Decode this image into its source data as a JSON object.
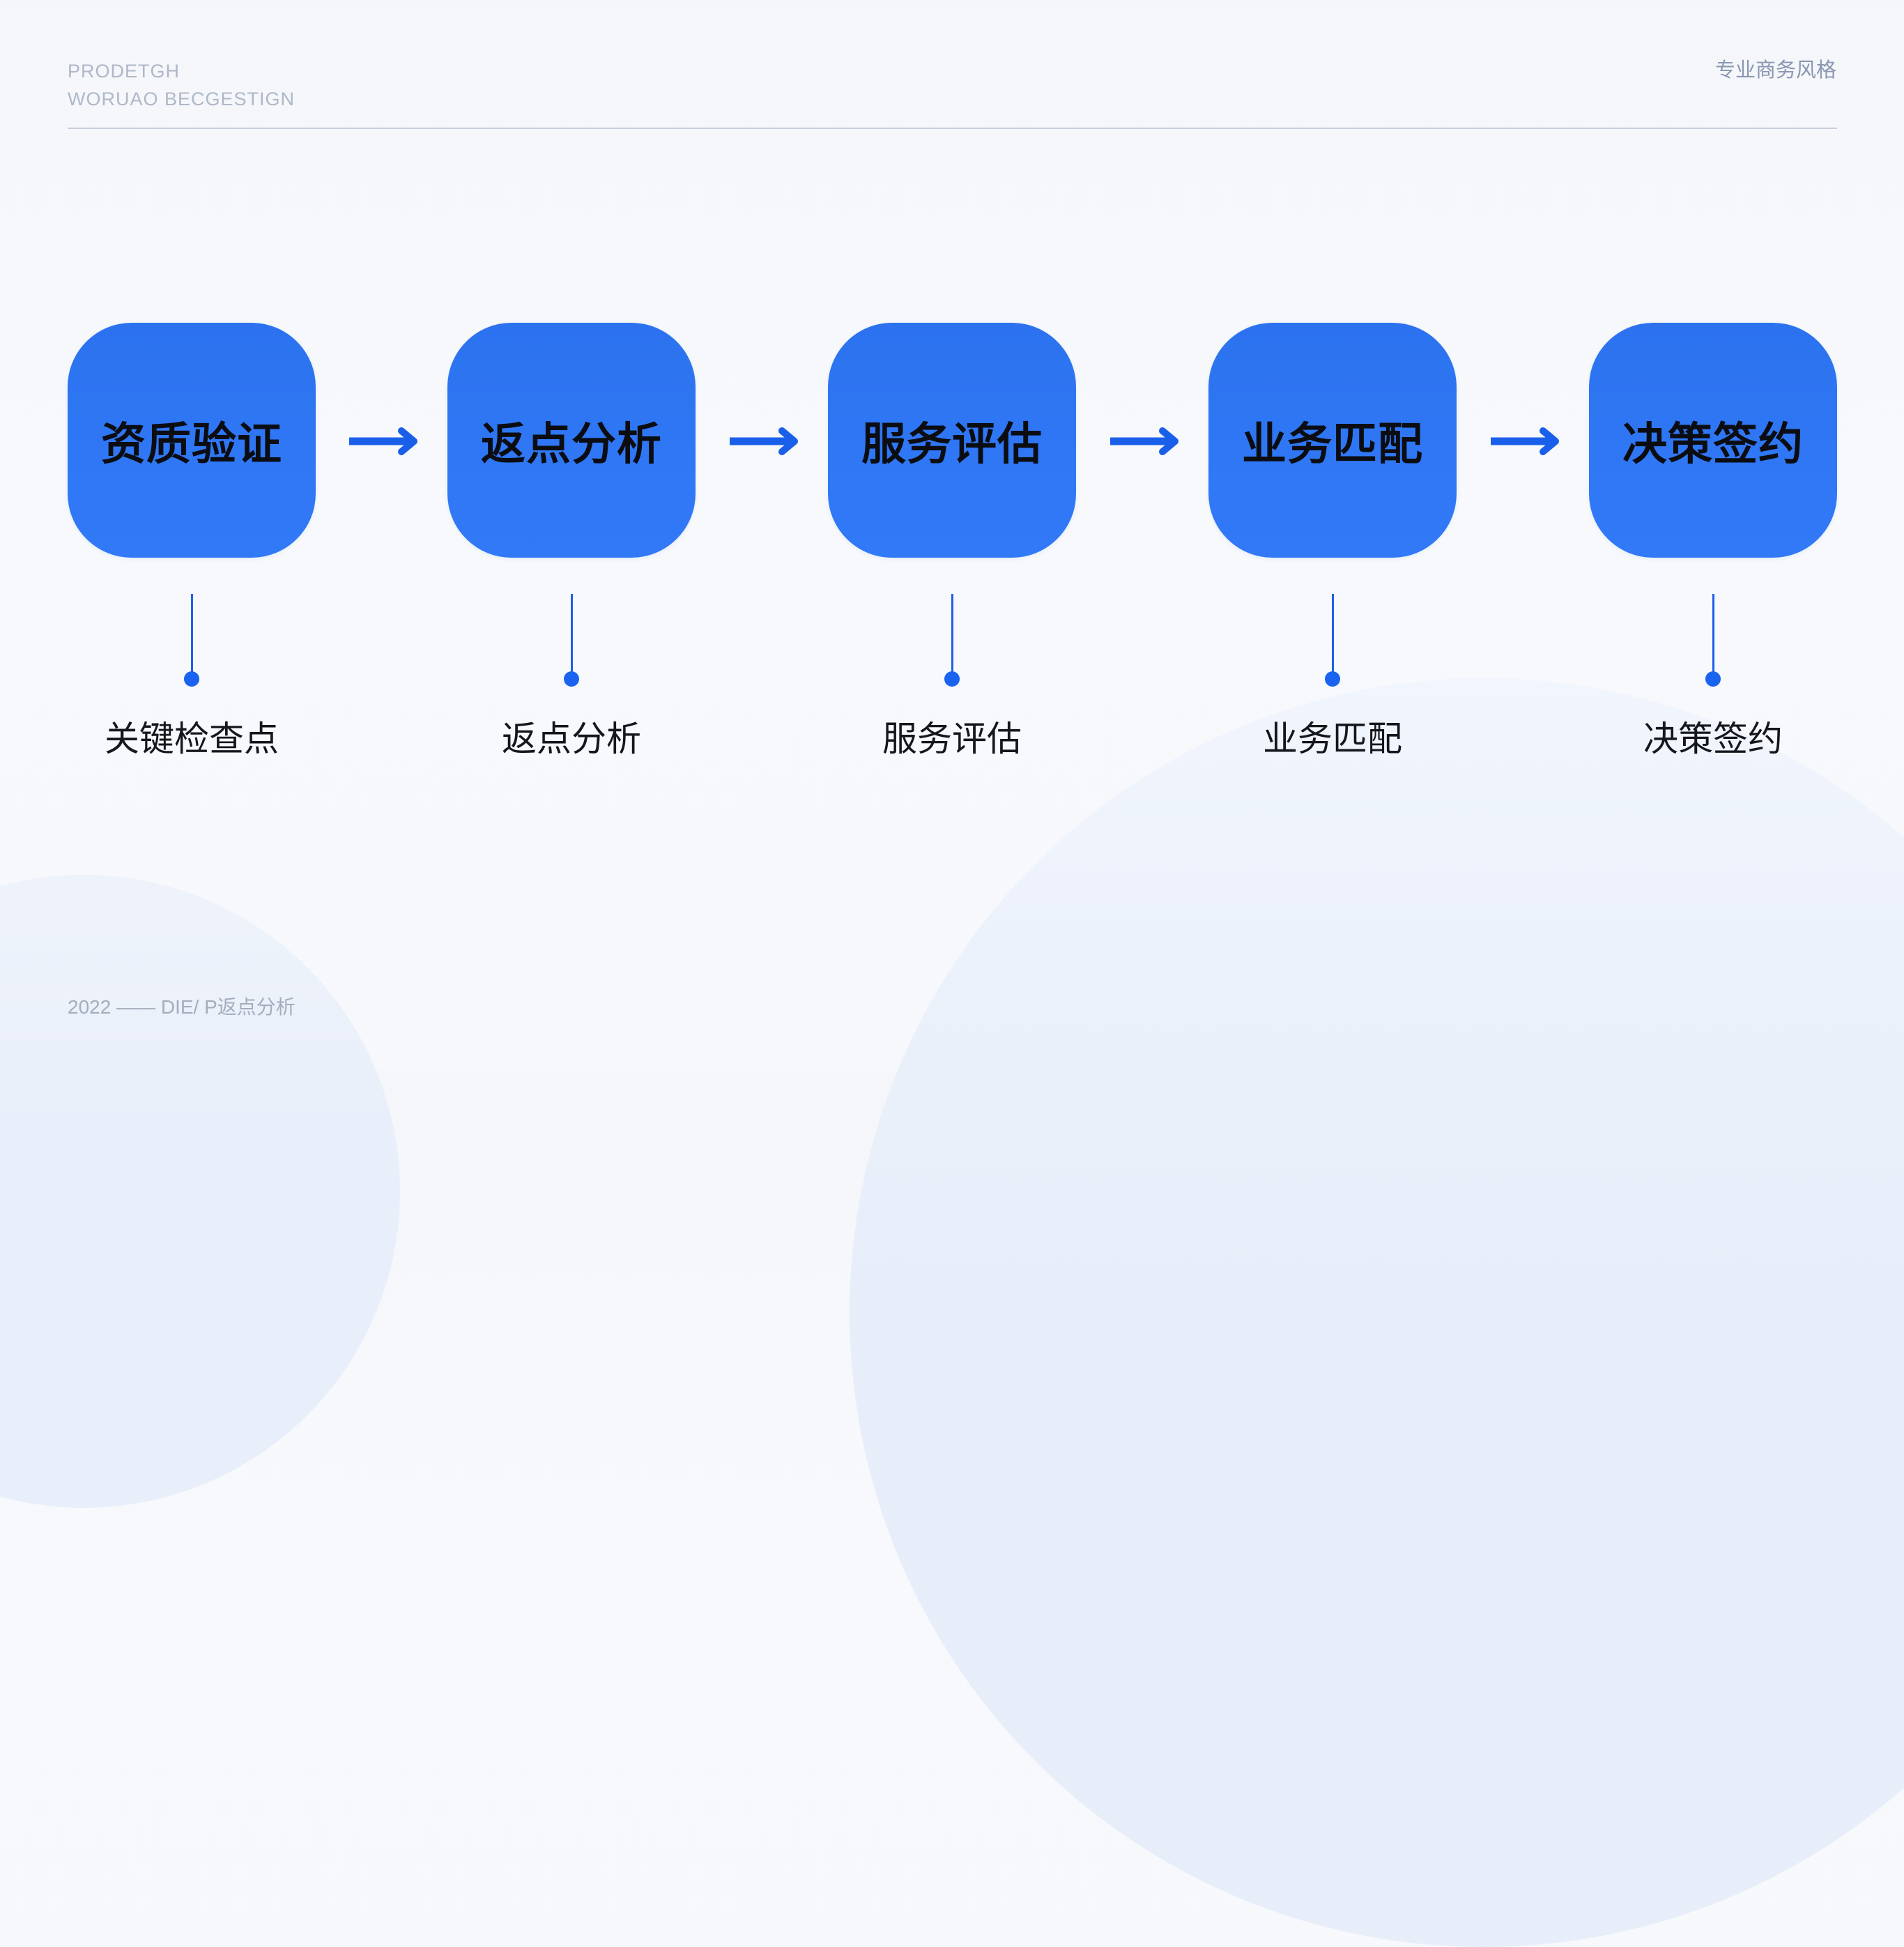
{
  "header": {
    "left_line1": "PRODETGH",
    "left_line2": "WORUAO BECGESTIGN",
    "right_label": "专业商务风格"
  },
  "flow": {
    "steps": [
      {
        "box_label": "资质验证",
        "caption": "关键检查点"
      },
      {
        "box_label": "返点分析",
        "caption": "返点分析"
      },
      {
        "box_label": "服务评估",
        "caption": "服务评估"
      },
      {
        "box_label": "业务匹配",
        "caption": "业务匹配"
      },
      {
        "box_label": "决策签约",
        "caption": "决策签约"
      }
    ],
    "arrow_icon": "arrow-right-icon",
    "connector": "vertical-line-with-dot"
  },
  "footer": {
    "text": "2022 —— DIE/ P返点分析"
  },
  "colors": {
    "box_fill": "#2f77f4",
    "accent_blue": "#1a63f0",
    "box_text": "#0b0d12",
    "caption_text": "#15171c",
    "muted_text": "#aeb8c9",
    "header_right_text": "#8a97b1",
    "divider": "#c8cfdb",
    "background": "#f6f8fb",
    "decor_circle": "#e9effa"
  }
}
